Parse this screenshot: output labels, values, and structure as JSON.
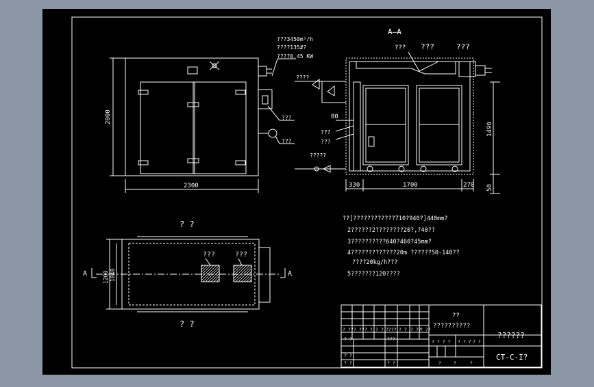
{
  "front_view": {
    "motor_spec": [
      "???3450m³/h",
      "????135#?",
      "????0.45 KW"
    ],
    "dim_height": "2000",
    "dim_width": "2300",
    "label_a": "???",
    "label_b": "???"
  },
  "section_view": {
    "title": "A—A",
    "label_top_left": "???",
    "label_top_mid": "???",
    "label_top_right": "???",
    "pipe_label": "????",
    "label_80": "80",
    "label_side_1": "???",
    "label_side_2": "???",
    "valve_label": "?????",
    "dim_1490": "1490",
    "dim_50": "50",
    "dim_330": "330",
    "dim_1700": "1700",
    "dim_270": "270"
  },
  "plan_view": {
    "title": "? ?",
    "bottom_title": "? ?",
    "dim_1200": "1200",
    "dim_1040": "1040",
    "label_box1": "???",
    "label_box2": "???",
    "section_mark_left": "A",
    "section_mark_right": "A"
  },
  "notes": [
    "??[????????????710?940?]440mm?",
    "2??????2????????20?,?40??",
    "3??????????640?460?45mm?",
    "4?????????????20m ??????50-140??",
    "????20kg/h???",
    "5???????120????"
  ],
  "title_block": {
    "r1": [
      "??",
      "??",
      "??",
      "??",
      "??",
      "??",
      "??",
      "??"
    ],
    "r2": [
      "??",
      "??",
      "??",
      "??",
      "??",
      "??",
      "??",
      "??"
    ],
    "r3": [
      "? ??",
      "? ??",
      "? ?",
      "? ?",
      "????",
      "? ?",
      "? ??",
      "? ??"
    ],
    "r4": [
      "? ?",
      "???"
    ],
    "r5": [
      "? ?",
      "? ?"
    ],
    "r6": [
      "? ?",
      "? ?"
    ],
    "design_label": "??",
    "design_title": "??????????",
    "drawing_name": "??????",
    "scale_row": [
      "? ? ? ?",
      "? ? ?",
      "? ?"
    ],
    "sheet_row": [
      "?",
      "?",
      "?"
    ],
    "drawing_number": "CT-C-I?"
  }
}
